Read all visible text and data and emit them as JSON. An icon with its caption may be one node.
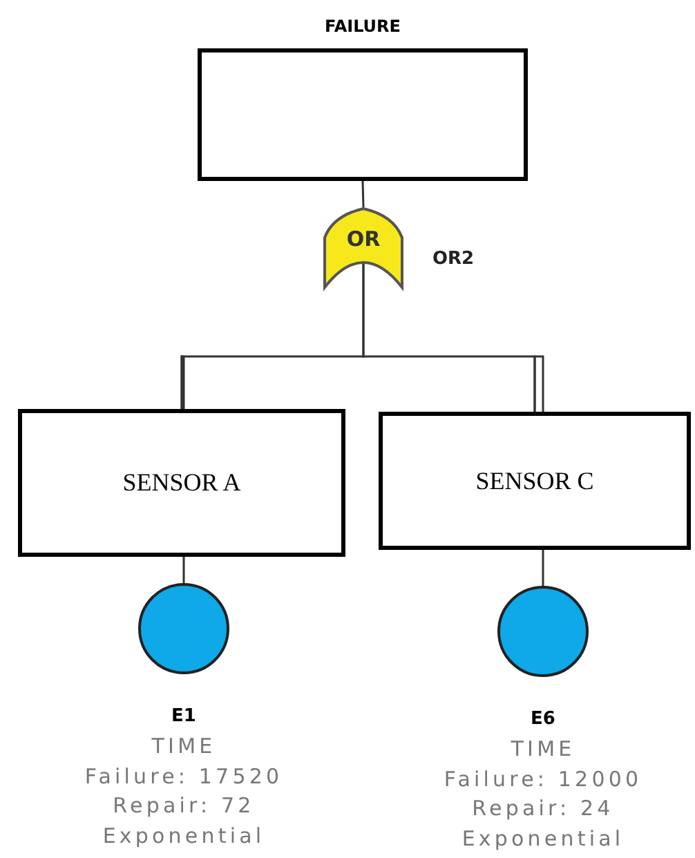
{
  "diagram": {
    "nodes": [
      {
        "text": [
          "FAILURE"
        ]
      },
      {
        "text": [
          "OR"
        ],
        "beside": [
          "OR2"
        ]
      },
      {
        "text": [
          "SENSOR A"
        ]
      },
      {
        "text": [
          "SENSOR C"
        ]
      },
      {
        "text": [],
        "shape": "circle",
        "beside": [
          "E1",
          "TIME",
          "Failure: 17520",
          "Repair: 72",
          "Exponential"
        ]
      },
      {
        "text": [],
        "shape": "circle",
        "beside": [
          "E6",
          "TIME",
          "Failure: 12000",
          "Repair: 24",
          "Exponential"
        ]
      }
    ],
    "edges": [
      {
        "from": 0,
        "to": 1,
        "arrow": "none"
      },
      {
        "from": 1,
        "to": 2,
        "arrow": "none"
      },
      {
        "from": 1,
        "to": 3,
        "arrow": "none"
      },
      {
        "from": 2,
        "to": 4,
        "arrow": "none"
      },
      {
        "from": 3,
        "to": 5,
        "arrow": "none"
      }
    ]
  }
}
